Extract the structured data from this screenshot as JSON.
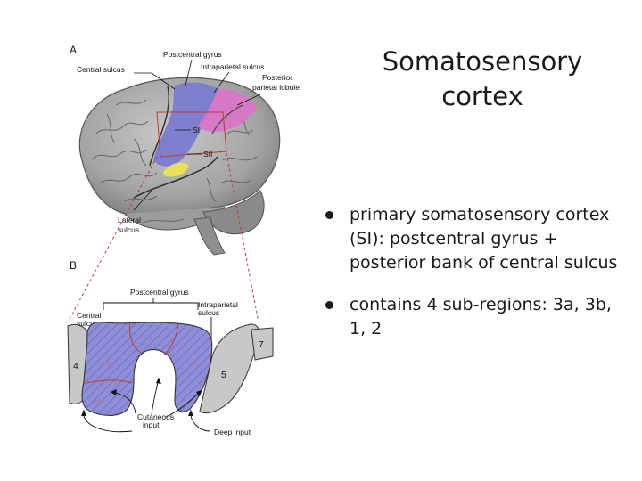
{
  "slide": {
    "title_lines": [
      "Somatosensory",
      "cortex"
    ],
    "bullets": [
      "primary somatosensory cortex (SI): postcentral gyrus + posterior bank of central sulcus",
      "contains 4 sub-regions: 3a, 3b, 1, 2"
    ]
  },
  "figure": {
    "panel_a": {
      "panel_label": "A",
      "labels": {
        "postcentral_gyrus": "Postcentral gyrus",
        "central_sulcus": "Central sulcus",
        "intraparietal_sulcus": "Intraparietal sulcus",
        "posterior_parietal_lobule_line1": "Posterior",
        "posterior_parietal_lobule_line2": "parietal lobule",
        "si": "SI",
        "sii": "SII",
        "lateral_sulcus_line1": "Lateral",
        "lateral_sulcus_line2": "sulcus"
      }
    },
    "panel_b": {
      "panel_label": "B",
      "labels": {
        "postcentral_gyrus": "Postcentral gyrus",
        "central_sulcus_line1": "Central",
        "central_sulcus_line2": "sulcus",
        "intraparietal_sulcus_line1": "Intraparietal",
        "intraparietal_sulcus_line2": "sulcus",
        "cutaneous_input_line1": "Cutaneous",
        "cutaneous_input_line2": "input",
        "deep_input": "Deep input"
      },
      "areas": {
        "a4": "4",
        "a3b": "3b",
        "a1": "1",
        "a2": "2",
        "a3a": "3a",
        "a5": "5",
        "a7": "7"
      }
    },
    "colors": {
      "si_blue": "#7b7bd0",
      "posterior_parietal_magenta": "#d975c8",
      "sii_yellow": "#e8e05a",
      "brain_gray": "#a9a9a9",
      "dashed_red": "#c0392b",
      "gray_fill": "#c8c8c8"
    }
  }
}
